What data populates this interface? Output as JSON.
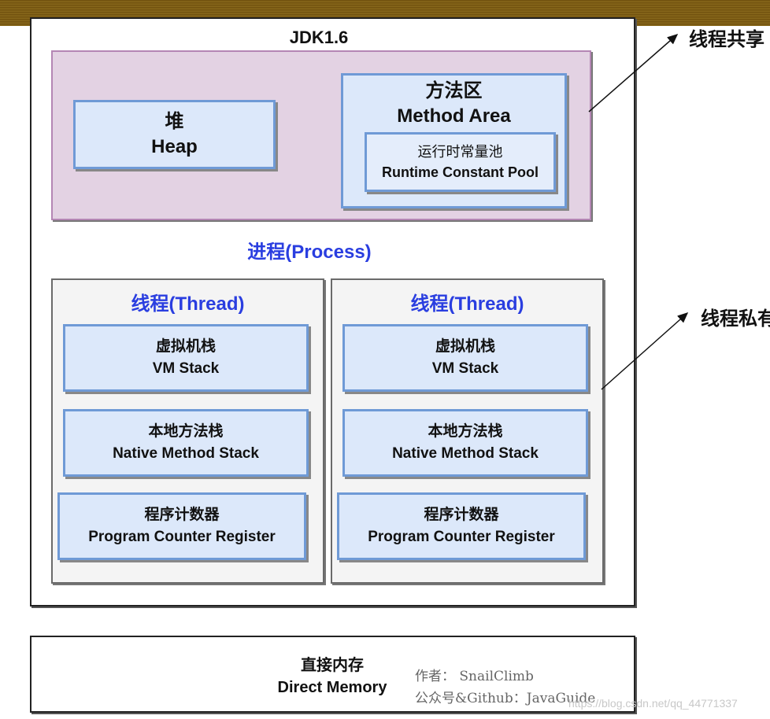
{
  "jdk_title": "JDK1.6",
  "heap": {
    "cn": "堆",
    "en": "Heap"
  },
  "method_area": {
    "cn": "方法区",
    "en": "Method Area"
  },
  "runtime_constant_pool": {
    "cn": "运行时常量池",
    "en": "Runtime Constant Pool"
  },
  "process_label": "进程(Process)",
  "threads": [
    {
      "title": "线程(Thread)",
      "vm_stack": {
        "cn": "虚拟机栈",
        "en": "VM Stack"
      },
      "native_stack": {
        "cn": "本地方法栈",
        "en": "Native Method Stack"
      },
      "pc_register": {
        "cn": "程序计数器",
        "en": "Program Counter Register"
      }
    },
    {
      "title": "线程(Thread)",
      "vm_stack": {
        "cn": "虚拟机栈",
        "en": "VM Stack"
      },
      "native_stack": {
        "cn": "本地方法栈",
        "en": "Native Method Stack"
      },
      "pc_register": {
        "cn": "程序计数器",
        "en": "Program Counter Register"
      }
    }
  ],
  "direct_memory": {
    "cn": "直接内存",
    "en": "Direct Memory"
  },
  "author": {
    "line1": "作者： SnailClimb",
    "line2": "公众号&Github：JavaGuide"
  },
  "side_labels": {
    "shared": "线程共享",
    "private": "线程私有"
  },
  "watermark": "https://blog.csdn.net/qq_44771337"
}
